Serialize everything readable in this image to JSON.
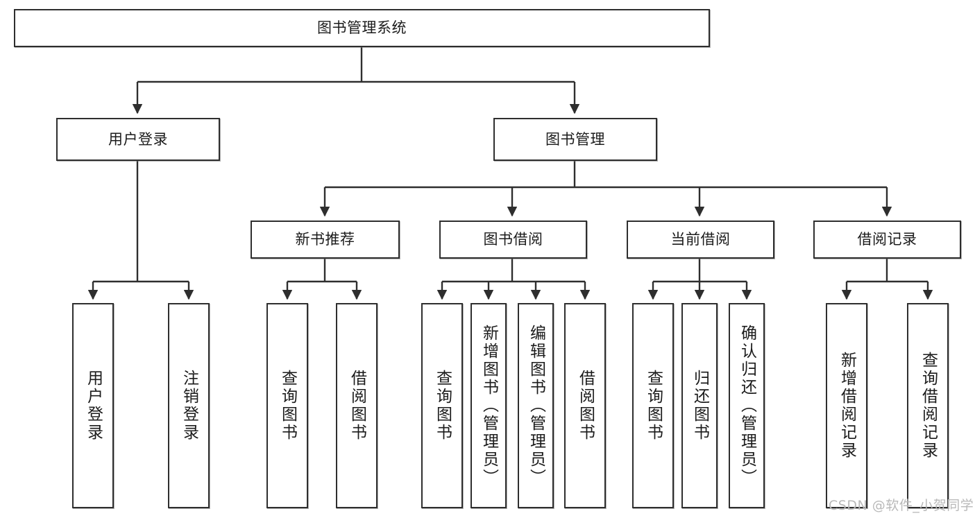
{
  "diagram": {
    "title": "图书管理系统",
    "type": "tree-hierarchy-diagram",
    "root": {
      "label": "图书管理系统"
    },
    "level2": [
      {
        "label": "用户登录"
      },
      {
        "label": "图书管理"
      }
    ],
    "level3": [
      {
        "label": "新书推荐"
      },
      {
        "label": "图书借阅"
      },
      {
        "label": "当前借阅"
      },
      {
        "label": "借阅记录"
      }
    ],
    "leaves": {
      "user_login": [
        {
          "label": "用户登录"
        },
        {
          "label": "注销登录"
        }
      ],
      "new_book_recommend": [
        {
          "label": "查询图书"
        },
        {
          "label": "借阅图书"
        }
      ],
      "book_borrow": [
        {
          "label": "查询图书"
        },
        {
          "label": "新增图书（管理员）"
        },
        {
          "label": "编辑图书（管理员）"
        },
        {
          "label": "借阅图书"
        }
      ],
      "current_borrow": [
        {
          "label": "查询图书"
        },
        {
          "label": "归还图书"
        },
        {
          "label": "确认归还（管理员）"
        }
      ],
      "borrow_record": [
        {
          "label": "新增借阅记录"
        },
        {
          "label": "查询借阅记录"
        }
      ]
    }
  },
  "watermark": {
    "text": "CSDN @软件_小贺同学"
  },
  "colors": {
    "stroke": "#2e2e2e",
    "fill": "#ffffff",
    "text": "#1b1b1b",
    "watermark": "#b9b9b9"
  }
}
